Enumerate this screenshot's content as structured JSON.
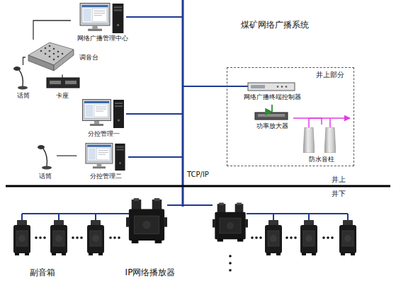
{
  "diagram": {
    "title": "煤矿网络广播系统",
    "nodes": [
      {
        "text": [
          "网络广播管理中心"
        ]
      },
      {
        "text": [
          "调音台"
        ]
      },
      {
        "text": [
          "话筒"
        ]
      },
      {
        "text": [
          "卡座"
        ]
      },
      {
        "text": [
          "分控管理一"
        ]
      },
      {
        "text": [
          "话筒"
        ]
      },
      {
        "text": [
          "分控管理二"
        ]
      },
      {
        "text": [
          "井上部分"
        ]
      },
      {
        "text": [
          "网络广播终端控制器"
        ],
        "in": 7
      },
      {
        "text": [
          "功率放大器"
        ],
        "in": 7
      },
      {
        "text": [
          "防水音柱"
        ],
        "in": 7
      },
      {
        "text": [
          "副音箱"
        ]
      },
      {
        "text": [
          "IP网络播放器"
        ]
      }
    ],
    "edges": [
      {
        "from": 2,
        "to": 1,
        "arrow": "none"
      },
      {
        "from": 3,
        "to": 1,
        "arrow": "none"
      },
      {
        "from": 1,
        "to": 0,
        "arrow": "none"
      },
      {
        "from": 5,
        "to": 6,
        "arrow": "none"
      },
      {
        "from": 8,
        "to": 9,
        "arrow": "to"
      },
      {
        "from": 9,
        "to": 10,
        "arrow": "none"
      },
      {
        "from": 11,
        "to": 12,
        "arrow": "none"
      }
    ],
    "labels": [
      "TCP/IP",
      "井上",
      "井下"
    ]
  }
}
